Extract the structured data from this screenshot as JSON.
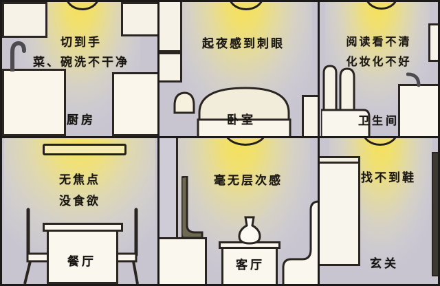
{
  "image": {
    "kind": "illustration-grid",
    "rows": 2,
    "columns": 3,
    "border_color": "#1c1a18",
    "wall_color": "#c8c5d1",
    "light_color": "#f2e05c",
    "furniture_color": "#f6f2e7"
  },
  "panels": [
    {
      "id": "kitchen",
      "caption_lines": [
        "切到手",
        "菜、碗洗不干净"
      ],
      "room_label": "厨房",
      "light_type": "dome-lamp",
      "objects": [
        "upper-cabinet-left",
        "upper-cabinet-right",
        "faucet",
        "sink-counter",
        "base-cabinet-right"
      ]
    },
    {
      "id": "bedroom",
      "caption_lines": [
        "起夜感到刺眼"
      ],
      "room_label": "卧室",
      "light_type": "dome-lamp",
      "objects": [
        "wardrobe",
        "pillow",
        "bed",
        "nightstand"
      ]
    },
    {
      "id": "bathroom",
      "caption_lines": [
        "阅读看不清",
        "化妆化不好"
      ],
      "room_label": "卫生间",
      "light_type": "dome-lamp",
      "objects": [
        "toilet",
        "faucet",
        "vanity-counter"
      ]
    },
    {
      "id": "dining-room",
      "caption_lines": [
        "无焦点",
        "没食欲"
      ],
      "room_label": "餐厅",
      "light_type": "tube-lamp",
      "objects": [
        "dining-table",
        "chair-left",
        "chair-right"
      ]
    },
    {
      "id": "living-room",
      "caption_lines": [
        "毫无层次感"
      ],
      "room_label": "客厅",
      "light_type": "dome-lamp",
      "objects": [
        "wall-column",
        "television",
        "tv-cabinet",
        "vase",
        "side-table",
        "sofa"
      ]
    },
    {
      "id": "entryway",
      "caption_lines": [
        "找不到鞋"
      ],
      "room_label": "玄关",
      "light_type": "dome-lamp",
      "objects": [
        "shoe-cabinet",
        "door-frame"
      ]
    }
  ]
}
